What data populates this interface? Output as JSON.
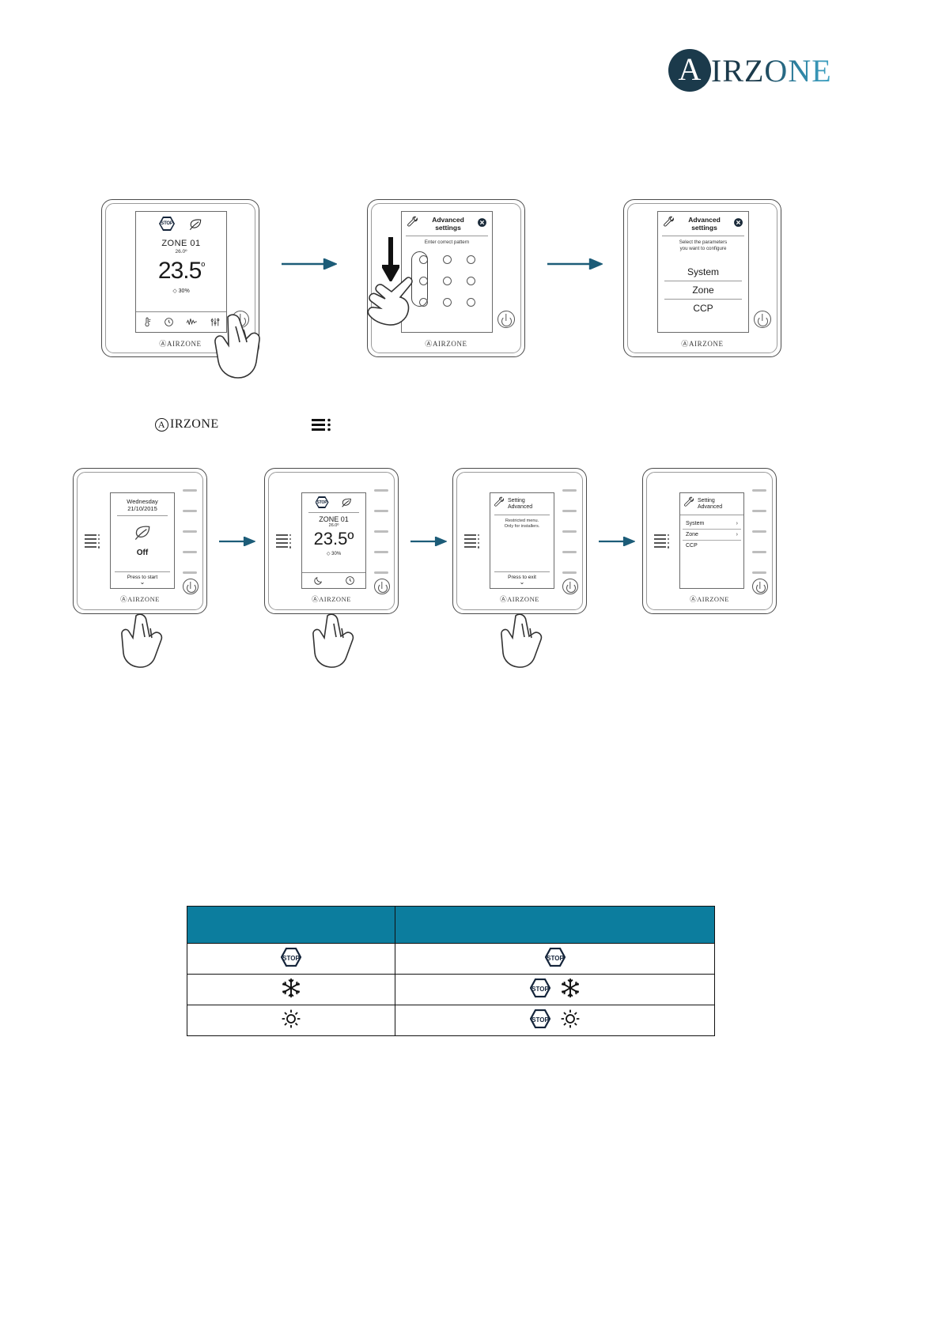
{
  "brand": {
    "mark_letter": "A",
    "word": "IRZONE",
    "colors": {
      "dark": "#1b3a4b",
      "light": "#3fa3c4",
      "table_header": "#0c7d9e"
    }
  },
  "mid_row": {
    "logo_text": "IRZONE",
    "logo_mark": "A",
    "grill_icon": "grill-menu-icon"
  },
  "row1": {
    "devices": [
      {
        "id": "blueface-home",
        "icons": [
          "stop-icon",
          "leaf-icon"
        ],
        "zone": "ZONE 01",
        "setpoint": "26.0º",
        "temperature": "23.5",
        "degree": "º",
        "humidity": "30%",
        "bottom_icons": [
          "thermometer-icon",
          "clock-icon",
          "wave-icon",
          "sliders-icon"
        ],
        "power_icon": "power-icon",
        "brand": "AIRZONE"
      },
      {
        "id": "blueface-pattern",
        "title_line1": "Advanced",
        "title_line2": "settings",
        "wrench_icon": "wrench-icon",
        "close_icon": "close-icon",
        "subtitle": "Enter correct pattern",
        "pattern_hint": "vertical-left-column",
        "brand": "AIRZONE"
      },
      {
        "id": "blueface-advanced-menu",
        "title_line1": "Advanced",
        "title_line2": "settings",
        "wrench_icon": "wrench-icon",
        "close_icon": "close-icon",
        "subtitle_line1": "Select the parameters",
        "subtitle_line2": "you want to configure",
        "menu": [
          "System",
          "Zone",
          "CCP"
        ],
        "brand": "AIRZONE"
      }
    ],
    "arrows": [
      "arrow-right",
      "arrow-right"
    ]
  },
  "row2": {
    "devices": [
      {
        "id": "think-off",
        "date_line1": "Wednesday",
        "date_line2": "21/10/2015",
        "leaf_icon": "leaf-icon",
        "state": "Off",
        "footer": "Press to start",
        "chevron": "chevron-down-icon",
        "brand": "AIRZONE"
      },
      {
        "id": "think-zone",
        "icons": [
          "stop-icon",
          "leaf-icon"
        ],
        "zone": "ZONE 01",
        "setpoint": "26.0º",
        "temperature": "23.5º",
        "humidity": "30%",
        "bottom_icons": [
          "moon-icon",
          "clock-icon"
        ],
        "brand": "AIRZONE"
      },
      {
        "id": "think-restricted",
        "title_line1": "Setting",
        "title_line2": "Advanced",
        "wrench_icon": "wrench-icon",
        "subtitle_line1": "Restricted menu.",
        "subtitle_line2": "Only for installers.",
        "footer": "Press to exit",
        "chevron": "chevron-down-icon",
        "brand": "AIRZONE"
      },
      {
        "id": "think-advanced-menu",
        "title_line1": "Setting",
        "title_line2": "Advanced",
        "wrench_icon": "wrench-icon",
        "menu": [
          {
            "label": "System",
            "chevron": "chevron-right-icon"
          },
          {
            "label": "Zone",
            "chevron": "chevron-right-icon"
          },
          {
            "label": "CCP",
            "chevron": ""
          }
        ],
        "brand": "AIRZONE"
      }
    ],
    "arrows": [
      "arrow-right",
      "arrow-right",
      "arrow-right"
    ]
  },
  "legend_table": {
    "headers": [
      "",
      ""
    ],
    "rows": [
      {
        "left_icons": [
          "stop-icon"
        ],
        "right_icons": [
          "stop-icon"
        ]
      },
      {
        "left_icons": [
          "snowflake-icon"
        ],
        "right_icons": [
          "stop-icon",
          "snowflake-icon"
        ]
      },
      {
        "left_icons": [
          "sun-icon"
        ],
        "right_icons": [
          "stop-icon",
          "sun-icon"
        ]
      }
    ]
  }
}
